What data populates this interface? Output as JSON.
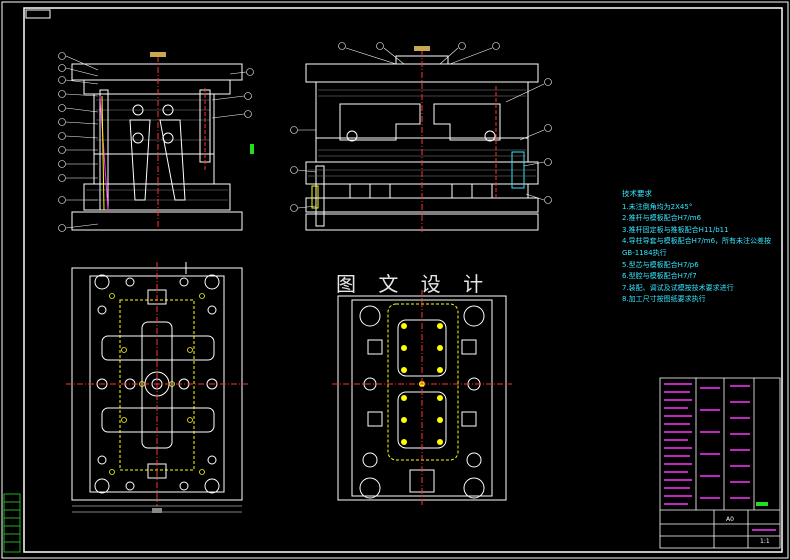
{
  "watermark": "图 文 设 计",
  "notes": {
    "title": "技术要求",
    "items": [
      "1.未注倒角均为2X45°",
      "2.推杆与模板配合H7/m6",
      "3.推杆固定板与推板配合H11/b11",
      "4.导柱导套与模板配合H7/m6，所有未注公差按GB-1184执行",
      "5.型芯与模板配合H7/p6",
      "6.型腔与模板配合H7/f7",
      "7.装配、调试及试模按技术要求进行",
      "8.加工尺寸按图纸要求执行"
    ]
  },
  "title_block": {
    "scale_label": "A0",
    "sheet_label": "1:1"
  },
  "colors": {
    "line": "#ffffff",
    "accent_cyan": "#33e6ff",
    "accent_red": "#ff3333",
    "accent_yellow": "#ffff00",
    "accent_green": "#22dd22",
    "accent_magenta": "#ff33ff"
  }
}
